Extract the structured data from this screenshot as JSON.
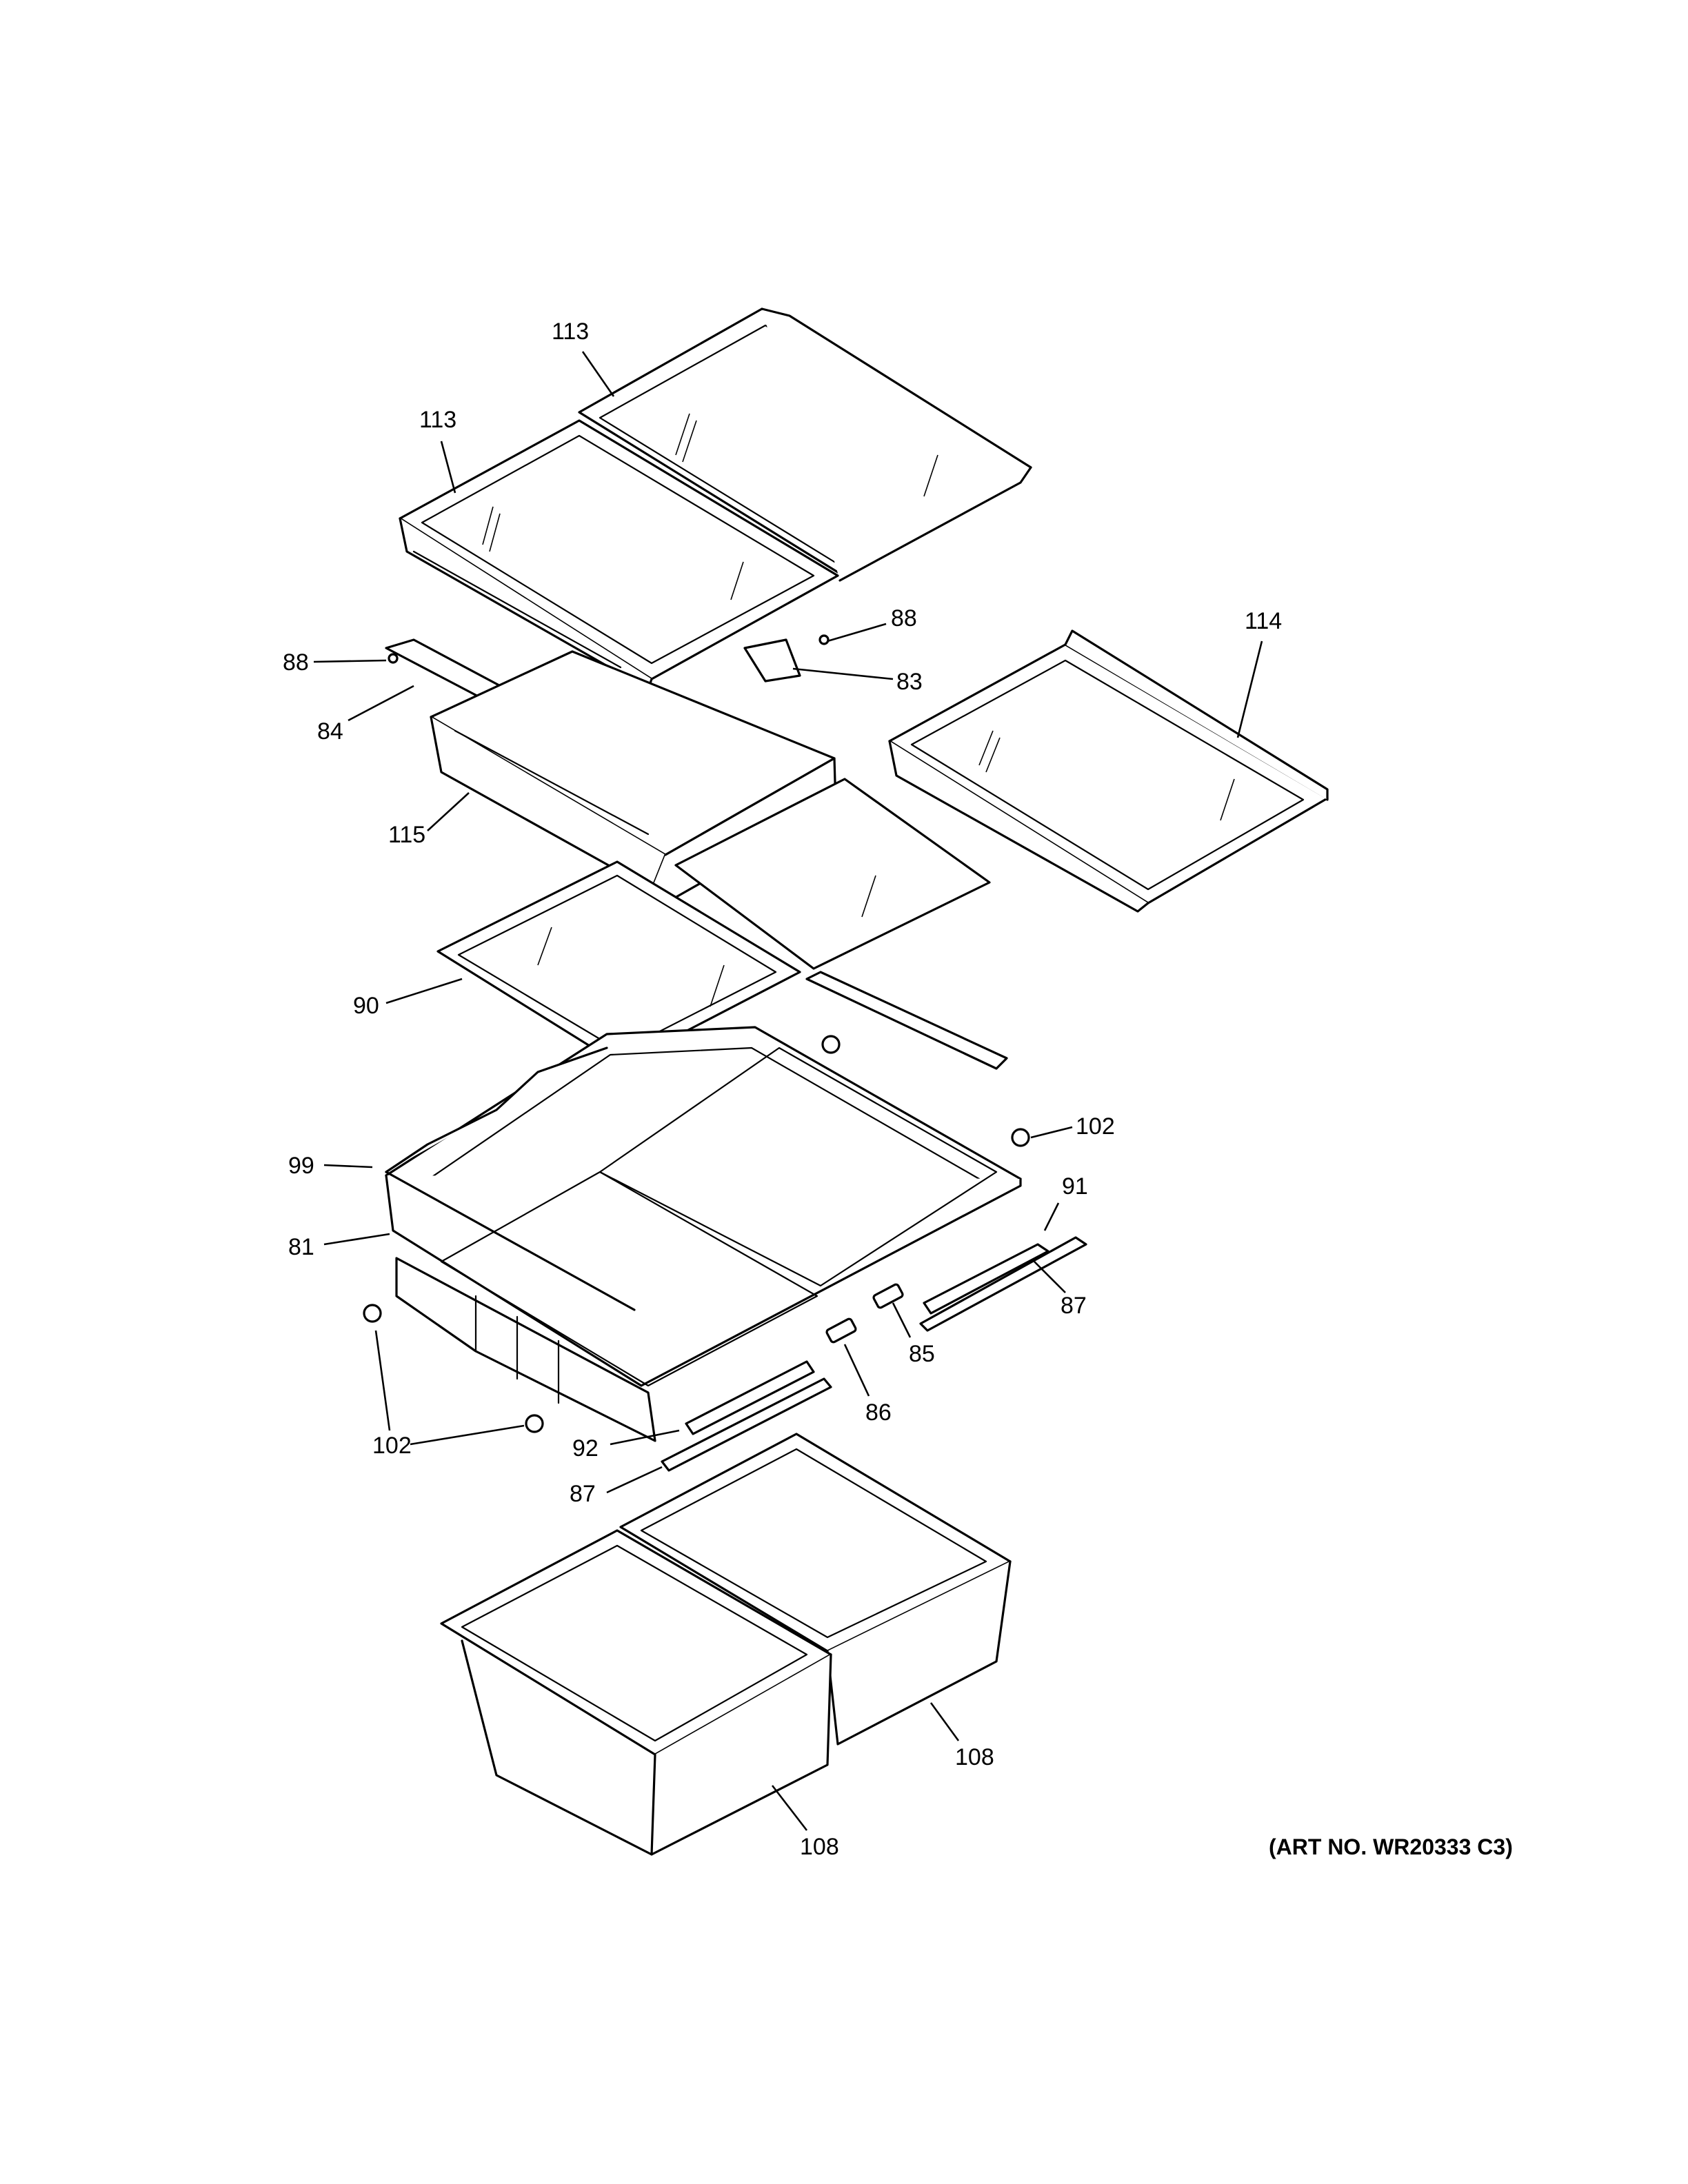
{
  "callouts": {
    "c113a": "113",
    "c113b": "113",
    "c88a": "88",
    "c88b": "88",
    "c83": "83",
    "c84": "84",
    "c114": "114",
    "c115": "115",
    "c90": "90",
    "c102a": "102",
    "c99": "99",
    "c91": "91",
    "c81": "81",
    "c87a": "87",
    "c85": "85",
    "c86": "86",
    "c102b": "102",
    "c92": "92",
    "c87b": "87",
    "c108a": "108",
    "c108b": "108"
  },
  "art_number": "(ART NO. WR20333 C3)"
}
